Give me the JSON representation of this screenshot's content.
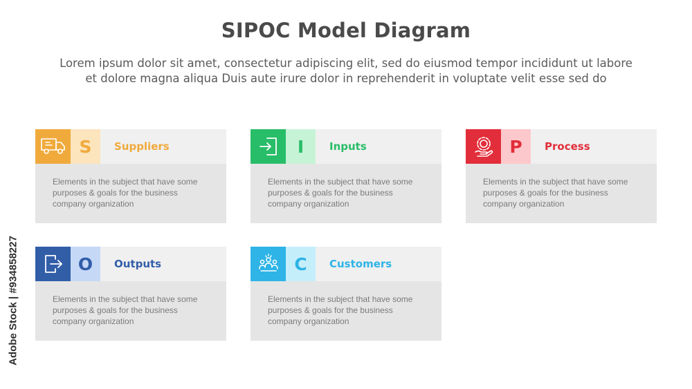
{
  "title": "SIPOC Model Diagram",
  "subtitle": {
    "line1": "Lorem ipsum dolor sit amet, consectetur adipiscing elit, sed do eiusmod tempor incididunt ut labore",
    "line2": "et dolore magna aliqua Duis aute irure dolor in reprehenderit in voluptate velit esse sed do"
  },
  "watermark": "Adobe Stock | #934858227",
  "cards": [
    {
      "letter": "S",
      "label": "Suppliers",
      "icon": "delivery-truck-icon",
      "dark": "#f0aa3c",
      "light": "#fce4bd",
      "desc": [
        "Elements in the subject that have some",
        "purposes & goals  for the  business",
        "company organization"
      ]
    },
    {
      "letter": "I",
      "label": "Inputs",
      "icon": "sign-in-icon",
      "dark": "#28bd68",
      "light": "#c6f3d6",
      "desc": [
        "Elements in the subject that have some",
        "purposes & goals  for the  business",
        "company organization"
      ]
    },
    {
      "letter": "P",
      "label": "Process",
      "icon": "gear-hand-icon",
      "dark": "#e22e3a",
      "light": "#fdc8cb",
      "desc": [
        "Elements in the subject that have some",
        "purposes & goals  for the  business",
        "company organization"
      ]
    },
    {
      "letter": "O",
      "label": "Outputs",
      "icon": "sign-out-icon",
      "dark": "#325ea8",
      "light": "#c5d8f6",
      "desc": [
        "Elements in the subject that have some",
        "purposes & goals  for the  business",
        "company organization"
      ]
    },
    {
      "letter": "C",
      "label": "Customers",
      "icon": "customers-group-icon",
      "dark": "#2eb4e6",
      "light": "#c5eefb",
      "desc": [
        "Elements in the subject that have some",
        "purposes & goals  for the  business",
        "company organization"
      ]
    }
  ]
}
